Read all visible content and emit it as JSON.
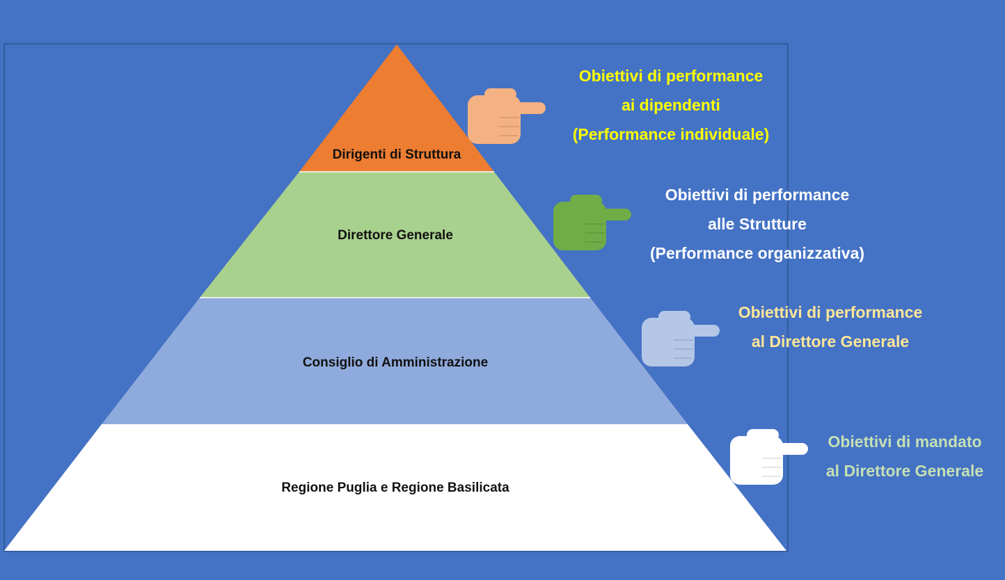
{
  "diagram": {
    "tiers": [
      {
        "id": "top",
        "label": "Dirigenti di Struttura",
        "fill": "#ed7d31"
      },
      {
        "id": "second",
        "label": "Direttore Generale",
        "fill": "#a9d18e"
      },
      {
        "id": "third",
        "label": "Consiglio di Amministrazione",
        "fill": "#8faadc"
      },
      {
        "id": "base",
        "label": "Regione Puglia e Regione Basilicata",
        "fill": "#ffffff"
      }
    ],
    "callouts": [
      {
        "lines": [
          "Obiettivi di performance",
          "ai dipendenti",
          "(Performance individuale)"
        ],
        "text_color": "#ffff00",
        "hand_color": "#f4b183",
        "hand_icon": "pointing-hand-icon"
      },
      {
        "lines": [
          "Obiettivi di performance",
          "alle Strutture",
          "(Performance organizzativa)"
        ],
        "text_color": "#ffffff",
        "hand_color": "#70ad47",
        "hand_icon": "pointing-hand-icon"
      },
      {
        "lines": [
          "Obiettivi di performance",
          "al Direttore  Generale"
        ],
        "text_color": "#ffe699",
        "hand_color": "#b4c7e7",
        "hand_icon": "pointing-hand-icon"
      },
      {
        "lines": [
          "Obiettivi di mandato",
          "al Direttore Generale"
        ],
        "text_color": "#c5e0b4",
        "hand_color": "#ffffff",
        "hand_icon": "pointing-hand-icon"
      }
    ]
  }
}
